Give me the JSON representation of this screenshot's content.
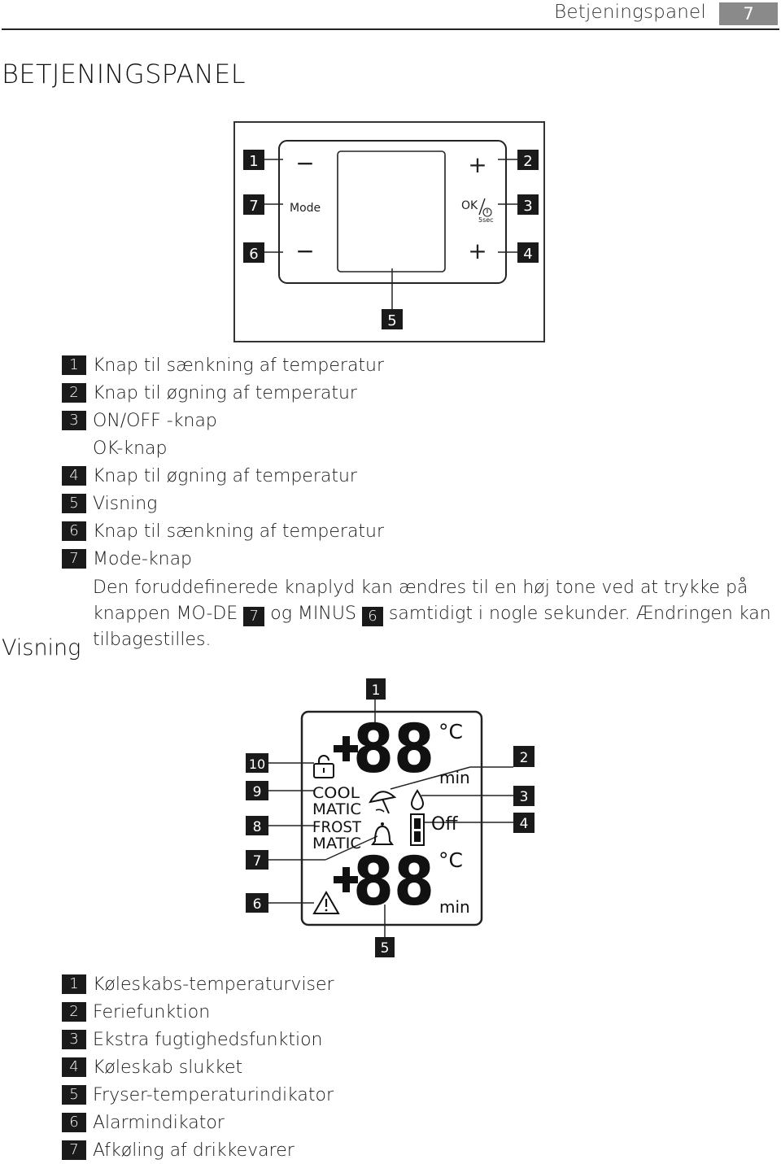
{
  "header": {
    "section_title": "Betjeningspanel",
    "page_number": "7"
  },
  "page_title": "BETJENINGSPANEL",
  "control_panel": {
    "callouts": [
      "1",
      "2",
      "3",
      "4",
      "5",
      "6",
      "7"
    ],
    "minus_symbol": "−",
    "plus_symbol": "+",
    "mode_label": "Mode",
    "ok_label": "OK",
    "ok_sub_label": "5sec"
  },
  "controls_legend": [
    {
      "num": "1",
      "text": "Knap til sænkning af temperatur"
    },
    {
      "num": "2",
      "text": "Knap til øgning af temperatur"
    },
    {
      "num": "3",
      "text": "ON/OFF -knap"
    },
    {
      "num": "",
      "text": "OK-knap"
    },
    {
      "num": "4",
      "text": "Knap til øgning af temperatur"
    },
    {
      "num": "5",
      "text": "Visning"
    },
    {
      "num": "6",
      "text": "Knap til sænkning af temperatur"
    },
    {
      "num": "7",
      "text": "Mode-knap"
    }
  ],
  "note": {
    "part1": "Den foruddefinerede knaplyd kan ændres til en høj tone ved at trykke på knappen MO-DE",
    "badge1": "7",
    "part2": "og MINUS",
    "badge2": "6",
    "part3": "samtidigt i nogle sekunder. Ændringen kan tilbagestilles."
  },
  "section_title": "Visning",
  "display": {
    "callouts": [
      "1",
      "2",
      "3",
      "4",
      "5",
      "6",
      "7",
      "8",
      "9",
      "10"
    ],
    "digits_top": "88",
    "digits_bottom": "88",
    "degree_c": "°C",
    "min_label": "min",
    "off_label": "Off",
    "cool_label": "COOL",
    "cool_matic_label": "MATIC",
    "frost_label": "FROST",
    "frost_matic_label": "MATIC"
  },
  "display_legend": [
    {
      "num": "1",
      "text": "Køleskabs-temperaturviser"
    },
    {
      "num": "2",
      "text": "Feriefunktion"
    },
    {
      "num": "3",
      "text": "Ekstra fugtighedsfunktion"
    },
    {
      "num": "4",
      "text": "Køleskab slukket"
    },
    {
      "num": "5",
      "text": "Fryser-temperaturindikator"
    },
    {
      "num": "6",
      "text": "Alarmindikator"
    },
    {
      "num": "7",
      "text": "Afkøling af drikkevarer"
    }
  ]
}
